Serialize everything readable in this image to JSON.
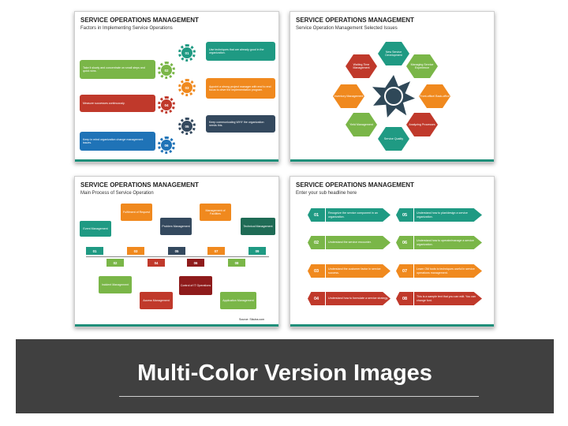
{
  "slide1": {
    "title": "SERVICE OPERATIONS MANAGEMENT",
    "subtitle": "Factors in Implementing Service Operations",
    "items": [
      {
        "num": "01",
        "text": "Use techniques that are already good in the organization.",
        "color": "#1f9a83"
      },
      {
        "num": "02",
        "text": "Take it slowly and concentrate on small steps and quick wins.",
        "color": "#7ab648"
      },
      {
        "num": "03",
        "text": "Appoint a strong project manager with end to end focus to drive the implementation program.",
        "color": "#f0891e"
      },
      {
        "num": "04",
        "text": "Measure successes continuously.",
        "color": "#c0392b"
      },
      {
        "num": "05",
        "text": "Keep communicating WHY the organization needs this.",
        "color": "#34495e"
      },
      {
        "num": "06",
        "text": "Keep in mind organization change management issues.",
        "color": "#1f73b7"
      }
    ]
  },
  "slide2": {
    "title": "SERVICE OPERATIONS MANAGEMENT",
    "subtitle": "Service Operation Management Selected Issues",
    "center_color": "#2f4858",
    "items": [
      {
        "text": "New Service Development",
        "color": "#1f9a83"
      },
      {
        "text": "Managing Service Experience",
        "color": "#7ab648"
      },
      {
        "text": "Front-office/ Back-office",
        "color": "#f0891e"
      },
      {
        "text": "Analyzing Processes",
        "color": "#c0392b"
      },
      {
        "text": "Service Quality",
        "color": "#1f9a83"
      },
      {
        "text": "Yield Management",
        "color": "#7ab648"
      },
      {
        "text": "Inventory Management",
        "color": "#f0891e"
      },
      {
        "text": "Waiting Time Management",
        "color": "#c0392b"
      }
    ]
  },
  "slide3": {
    "title": "SERVICE OPERATIONS MANAGEMENT",
    "subtitle": "Main Process of Service Operation",
    "source": "Source: Sikuba.com",
    "steps": [
      {
        "num": "01",
        "color": "#1f9a83"
      },
      {
        "num": "02",
        "color": "#7ab648"
      },
      {
        "num": "03",
        "color": "#f0891e"
      },
      {
        "num": "04",
        "color": "#c0392b"
      },
      {
        "num": "05",
        "color": "#34495e"
      },
      {
        "num": "06",
        "color": "#8e1b1b"
      },
      {
        "num": "07",
        "color": "#f0891e"
      },
      {
        "num": "08",
        "color": "#7ab648"
      },
      {
        "num": "09",
        "color": "#1f9a83"
      }
    ],
    "top_boxes": [
      {
        "text": "Event Management",
        "color": "#1f9a83"
      },
      {
        "text": "Fulfilment of Request",
        "color": "#f0891e"
      },
      {
        "text": "Problem Management",
        "color": "#34495e"
      },
      {
        "text": "Management of Facilities",
        "color": "#f0891e"
      },
      {
        "text": "Technical Management",
        "color": "#1f6b55"
      }
    ],
    "bottom_boxes": [
      {
        "text": "Incident Management",
        "color": "#7ab648"
      },
      {
        "text": "Access Management",
        "color": "#c0392b"
      },
      {
        "text": "Control of IT Operations",
        "color": "#8e1b1b"
      },
      {
        "text": "Application Management",
        "color": "#7ab648"
      }
    ]
  },
  "slide4": {
    "title": "SERVICE OPERATIONS MANAGEMENT",
    "subtitle": "Enter your sub headline here",
    "left": [
      {
        "num": "01",
        "text": "Recognize the service component in an organization.",
        "color": "#1f9a83"
      },
      {
        "num": "02",
        "text": "Understand the service encounter.",
        "color": "#7ab648"
      },
      {
        "num": "03",
        "text": "Understand the customer factor in service success.",
        "color": "#f0891e"
      },
      {
        "num": "04",
        "text": "Understand how to formulate a service strategy.",
        "color": "#c0392b"
      }
    ],
    "right": [
      {
        "num": "05",
        "text": "Understand how to plan/design a service organization.",
        "color": "#1f9a83"
      },
      {
        "num": "06",
        "text": "Understand how to operate/manage a service organization.",
        "color": "#7ab648"
      },
      {
        "num": "07",
        "text": "Learn OM tools to techniques useful in service operations management.",
        "color": "#f0891e"
      },
      {
        "num": "08",
        "text": "This is a sample text that you can edit. You can change font.",
        "color": "#c0392b"
      }
    ]
  },
  "banner": {
    "title": "Multi-Color Version Images"
  }
}
